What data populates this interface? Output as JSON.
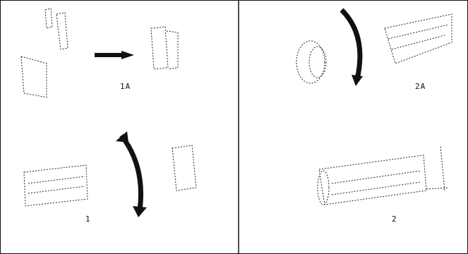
{
  "panels": [
    {
      "label": "1A"
    },
    {
      "label": "2A"
    },
    {
      "label": "1"
    },
    {
      "label": "2"
    }
  ]
}
